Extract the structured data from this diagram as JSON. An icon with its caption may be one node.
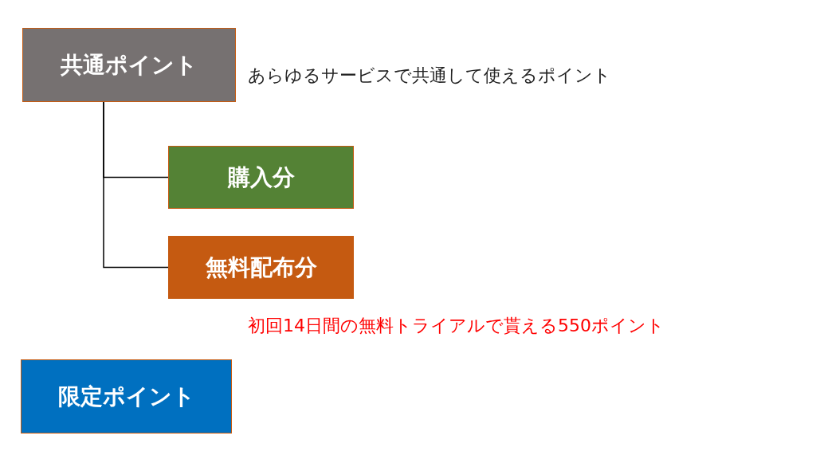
{
  "diagram": {
    "nodes": [
      {
        "text": [
          "共通ポイント"
        ],
        "beside": [
          "あらゆるサービスで共通して使えるポイント"
        ]
      },
      {
        "text": [
          "購入分"
        ]
      },
      {
        "text": [
          "無料配布分"
        ],
        "beside": [
          "初回14日間の無料トライアルで貰える550ポイント"
        ]
      },
      {
        "text": [
          "限定ポイント"
        ]
      }
    ],
    "edges": [
      {
        "from": 0,
        "to": 1,
        "arrow": "none"
      },
      {
        "from": 0,
        "to": 2,
        "arrow": "none"
      }
    ]
  }
}
